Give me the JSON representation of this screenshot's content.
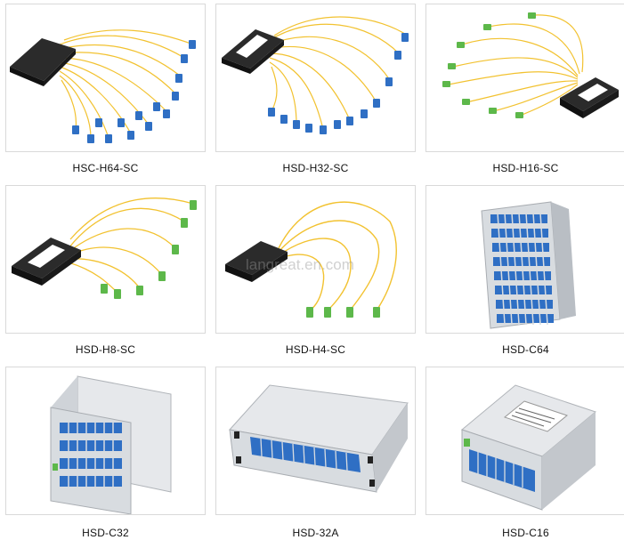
{
  "products": [
    {
      "label": "HSC-H64-SC"
    },
    {
      "label": "HSD-H32-SC"
    },
    {
      "label": "HSD-H16-SC"
    },
    {
      "label": "HSD-H8-SC"
    },
    {
      "label": "HSD-H4-SC"
    },
    {
      "label": "HSD-C64"
    },
    {
      "label": "HSD-C32"
    },
    {
      "label": "HSD-32A"
    },
    {
      "label": "HSD-C16"
    }
  ],
  "watermark": "langreat.en.com",
  "colors": {
    "fiber_yellow": "#f2c230",
    "connector_blue": "#2f6fc4",
    "connector_green": "#5db84a",
    "box_black": "#1f1f1f",
    "frame_silver": "#d8dce0"
  }
}
